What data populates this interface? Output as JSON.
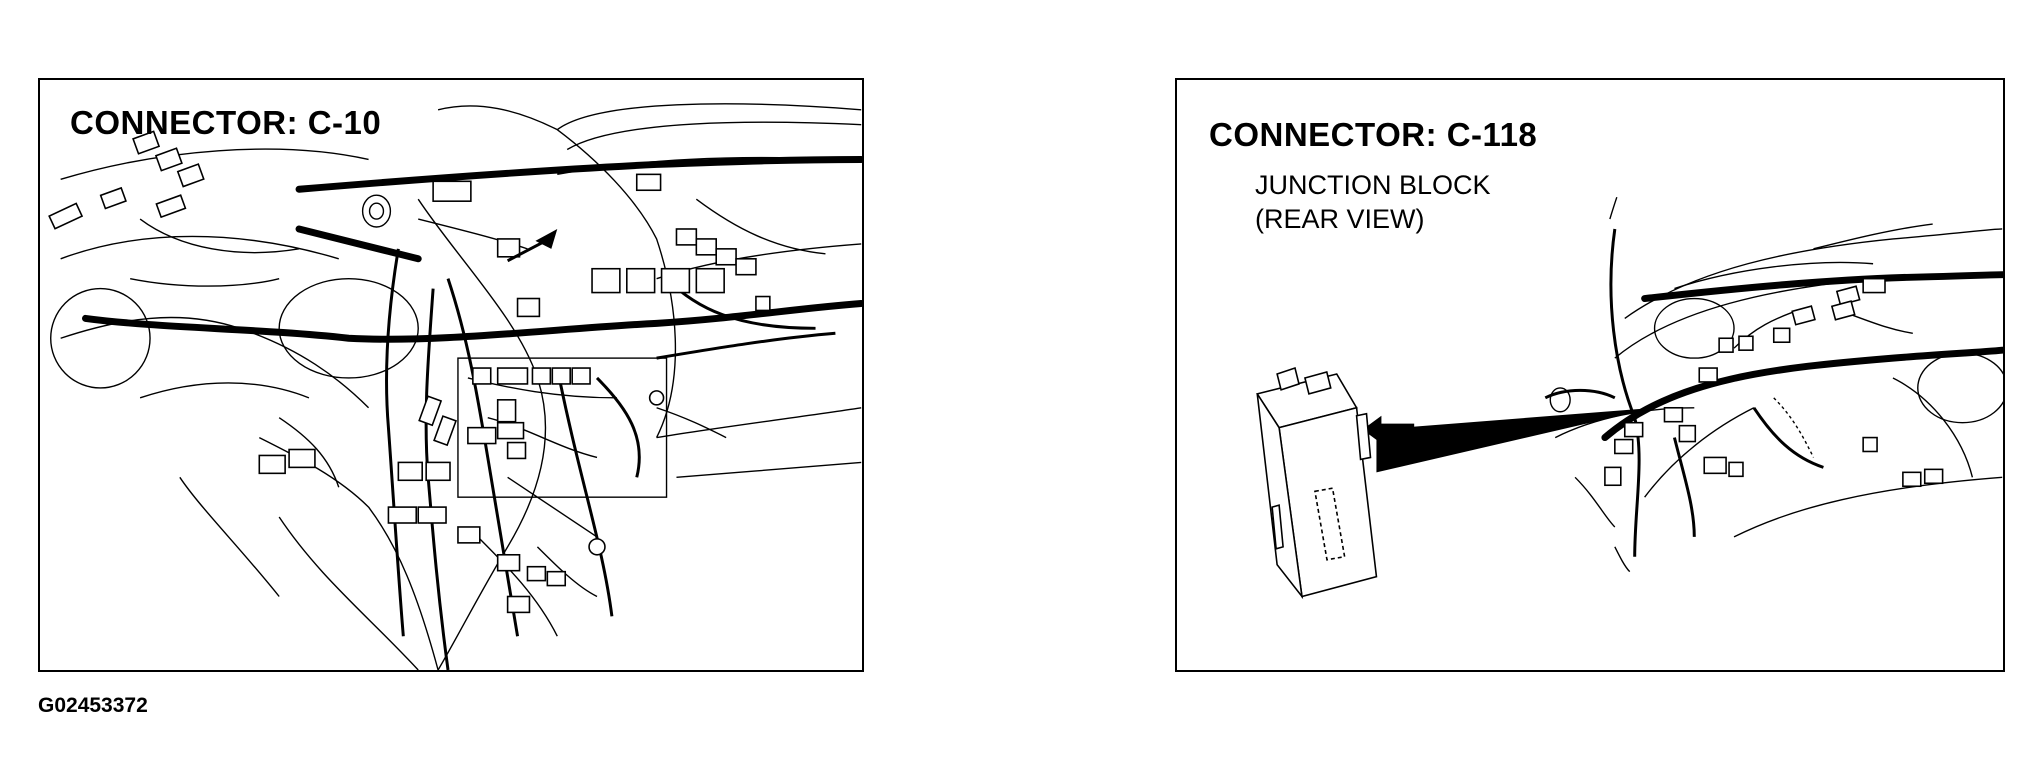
{
  "panels": {
    "left": {
      "title": "CONNECTOR: C-10"
    },
    "right": {
      "title": "CONNECTOR: C-118",
      "subtitle_line1": "JUNCTION BLOCK",
      "subtitle_line2": "(REAR VIEW)"
    }
  },
  "figure_id": "G02453372"
}
